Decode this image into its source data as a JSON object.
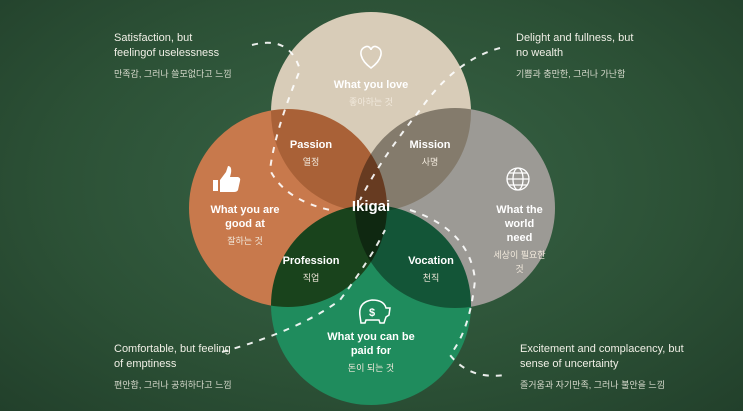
{
  "center": "Ikigai",
  "circles": {
    "love": {
      "en": "What you love",
      "ko": "좋아하는 것",
      "color": "#d8ccb8",
      "icon": "heart-icon"
    },
    "good": {
      "en": "What you are good at",
      "ko": "잘하는 것",
      "color": "#c8794c",
      "icon": "thumbs-up-icon"
    },
    "need": {
      "en": "What the world need",
      "ko": "세상이 필요한 것",
      "color": "#9c9a95",
      "icon": "globe-icon"
    },
    "paid": {
      "en": "What you can be paid for",
      "ko": "돈이 되는 것",
      "color": "#1f8c5d",
      "icon": "piggy-bank-icon"
    }
  },
  "overlaps": {
    "passion": {
      "en": "Passion",
      "ko": "열정"
    },
    "mission": {
      "en": "Mission",
      "ko": "사명"
    },
    "profession": {
      "en": "Profession",
      "ko": "직업"
    },
    "vocation": {
      "en": "Vocation",
      "ko": "천직"
    }
  },
  "notes": {
    "top_left": {
      "en": "Satisfaction, but feelingof uselessness",
      "ko": "만족감, 그러나 쓸모없다고 느낌"
    },
    "top_right": {
      "en": "Delight and fullness, but no wealth",
      "ko": "기쁨과 충만한, 그러나 가난함"
    },
    "bottom_left": {
      "en": "Comfortable, but feeling of emptiness",
      "ko": "편안함, 그러나 공허하다고 느낌"
    },
    "bottom_right": {
      "en": "Excitement and complacency, but sense of uncertainty",
      "ko": "즐거움과 자기만족, 그러나 불안을 느낌"
    }
  }
}
